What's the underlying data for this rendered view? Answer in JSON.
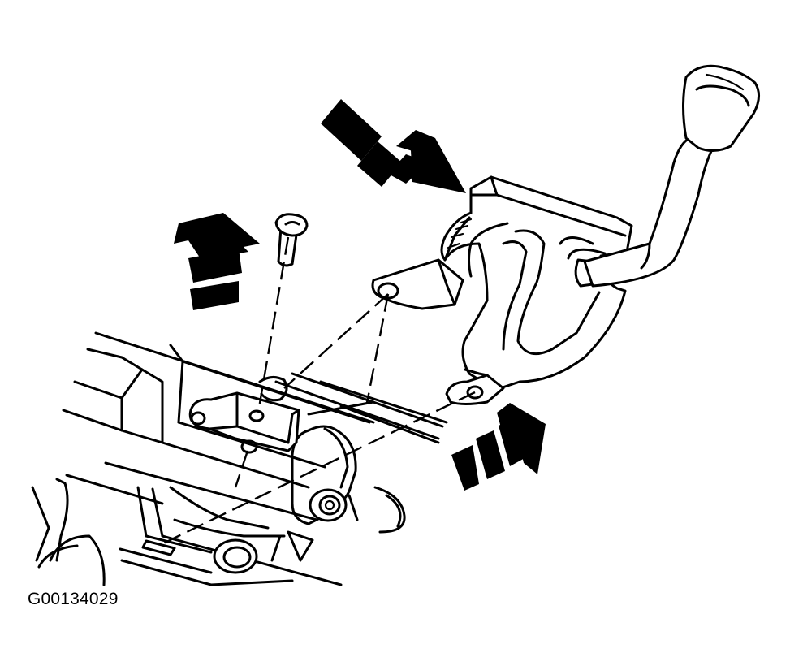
{
  "figure": {
    "caption": "G00134029",
    "background": "#ffffff",
    "ink": "#000000"
  },
  "icons": {
    "direction_arrow_top": "striped-arrow-down-right",
    "direction_arrow_left": "striped-arrow-up",
    "direction_arrow_right": "striped-arrow-up-right"
  }
}
